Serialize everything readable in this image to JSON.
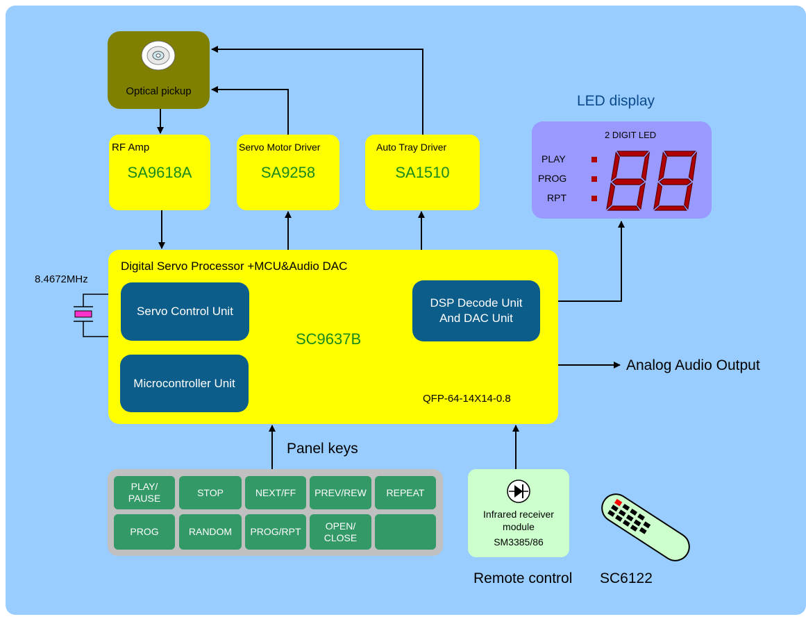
{
  "optical_pickup": {
    "label": "Optical pickup"
  },
  "rf_amp": {
    "title": "RF Amp",
    "part": "SA9618A"
  },
  "servo_driver": {
    "title": "Servo Motor Driver",
    "part": "SA9258"
  },
  "tray_driver": {
    "title": "Auto Tray Driver",
    "part": "SA1510"
  },
  "led_display": {
    "heading": "LED display",
    "title": "2 DIGIT LED",
    "indicators": [
      "PLAY",
      "PROG",
      "RPT"
    ],
    "digits": "88"
  },
  "main_chip": {
    "title": "Digital Servo Processor +MCU&Audio DAC",
    "part": "SC9637B",
    "package": "QFP-64-14X14-0.8",
    "units": {
      "servo": "Servo Control Unit",
      "dsp": "DSP Decode Unit\nAnd DAC Unit",
      "mcu": "Microcontroller Unit"
    }
  },
  "crystal": {
    "label": "8.4672MHz"
  },
  "audio_output": {
    "label": "Analog Audio Output"
  },
  "panel_keys": {
    "label": "Panel keys",
    "keys": [
      "PLAY/\nPAUSE",
      "STOP",
      "NEXT/FF",
      "PREV/REW",
      "REPEAT",
      "PROG",
      "RANDOM",
      "PROG/RPT",
      "OPEN/\nCLOSE",
      ""
    ]
  },
  "ir_receiver": {
    "label": "Infrared receiver\nmodule",
    "part": "SM3385/86"
  },
  "remote": {
    "label": "Remote control",
    "part": "SC6122"
  },
  "colors": {
    "background": "#99ccff",
    "block": "#ffff00",
    "unit": "#0c5d8a",
    "key": "#339966",
    "pickup": "#808000",
    "led_panel": "#9999ff",
    "led_segment": "#b00000",
    "ir_panel": "#ccffcc"
  }
}
